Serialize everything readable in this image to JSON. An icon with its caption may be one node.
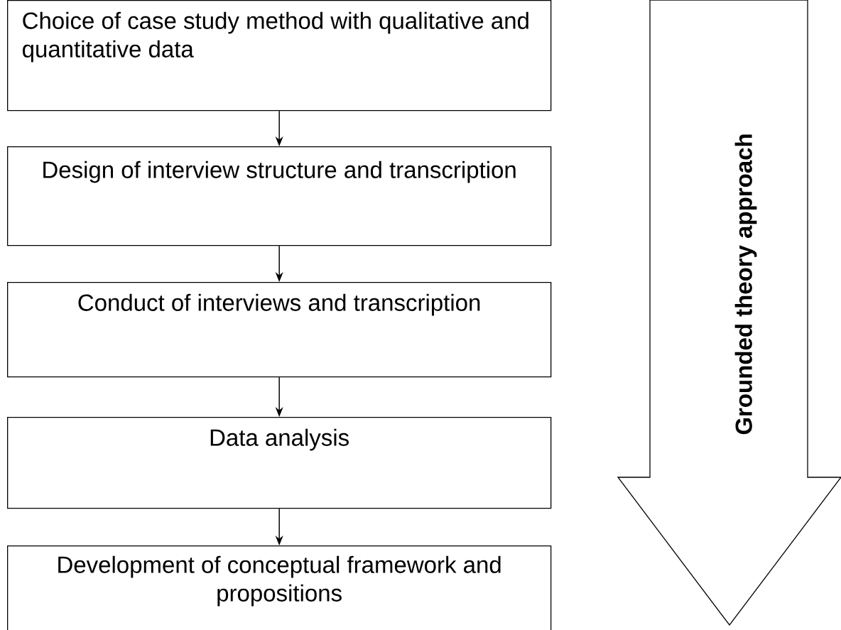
{
  "diagram": {
    "nodes": [
      {
        "text": [
          "Choice of case study method with qualitative and quantitative data"
        ]
      },
      {
        "text": [
          "Design of interview structure and transcription"
        ]
      },
      {
        "text": [
          "Conduct of interviews and transcription"
        ]
      },
      {
        "text": [
          "Data analysis"
        ]
      },
      {
        "text": [
          "Development of conceptual framework and propositions"
        ]
      },
      {
        "text": [
          "Grounded theory approach"
        ]
      }
    ],
    "edges": [
      {
        "from": 0,
        "to": 1,
        "arrow": "to"
      },
      {
        "from": 1,
        "to": 2,
        "arrow": "to"
      },
      {
        "from": 2,
        "to": 3,
        "arrow": "to"
      },
      {
        "from": 3,
        "to": 4,
        "arrow": "to"
      }
    ]
  }
}
